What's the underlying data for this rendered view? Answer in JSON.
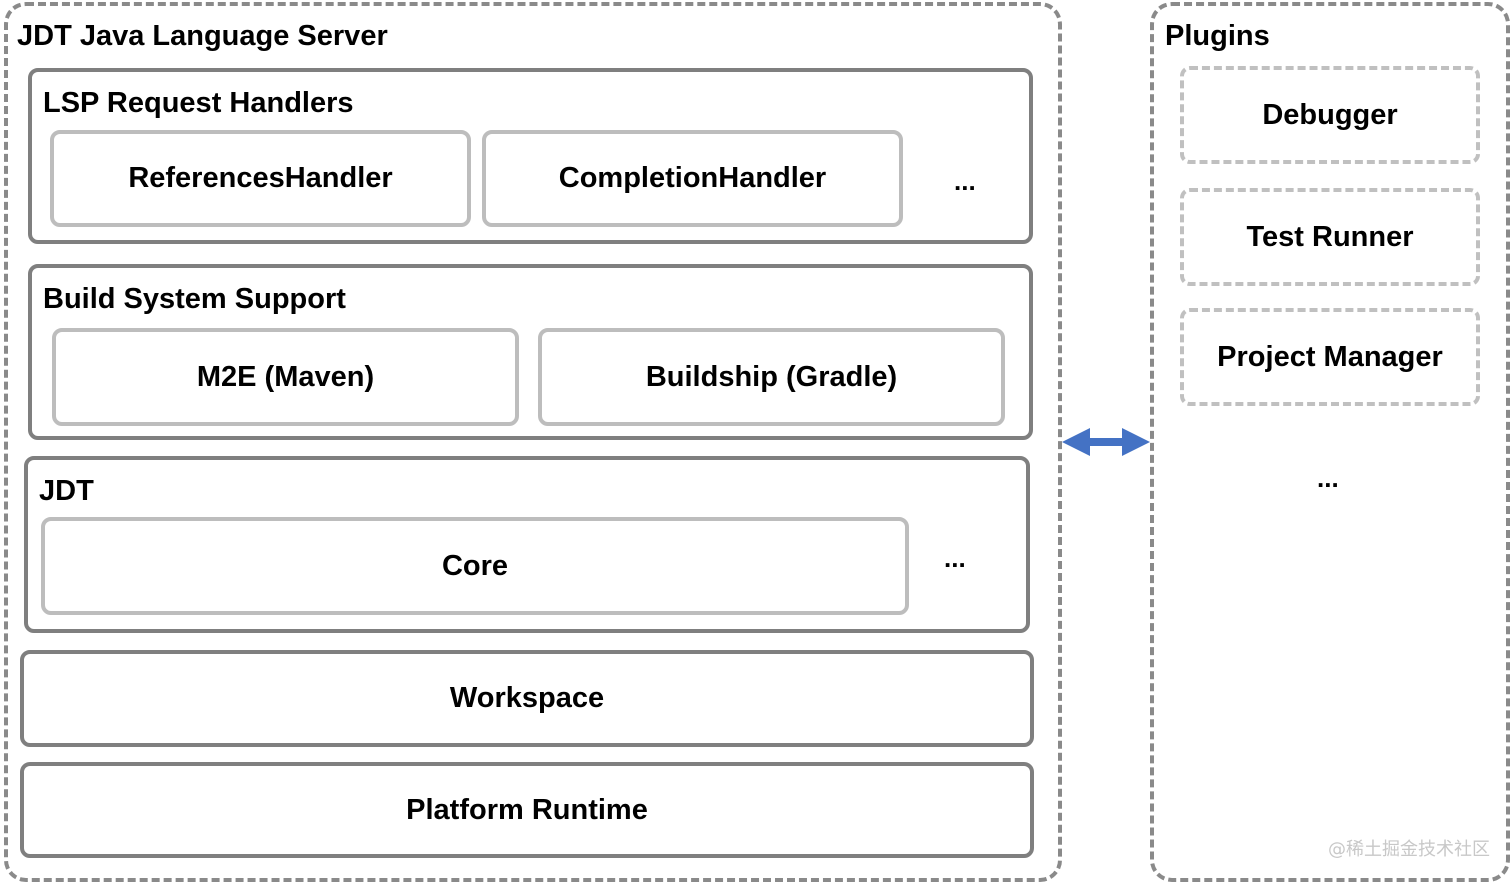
{
  "server": {
    "title": "JDT Java Language Server",
    "lsp": {
      "title": "LSP Request Handlers",
      "items": [
        "ReferencesHandler",
        "CompletionHandler"
      ],
      "more": "..."
    },
    "build": {
      "title": "Build System Support",
      "items": [
        "M2E (Maven)",
        "Buildship (Gradle)"
      ]
    },
    "jdt": {
      "title": "JDT",
      "items": [
        "Core"
      ],
      "more": "..."
    },
    "workspace": "Workspace",
    "runtime": "Platform Runtime"
  },
  "plugins": {
    "title": "Plugins",
    "items": [
      "Debugger",
      "Test Runner",
      "Project Manager"
    ],
    "more": "..."
  },
  "connector": {
    "type": "bidirectional-arrow",
    "color": "#4472c4"
  },
  "watermark": "@稀土掘金技术社区"
}
